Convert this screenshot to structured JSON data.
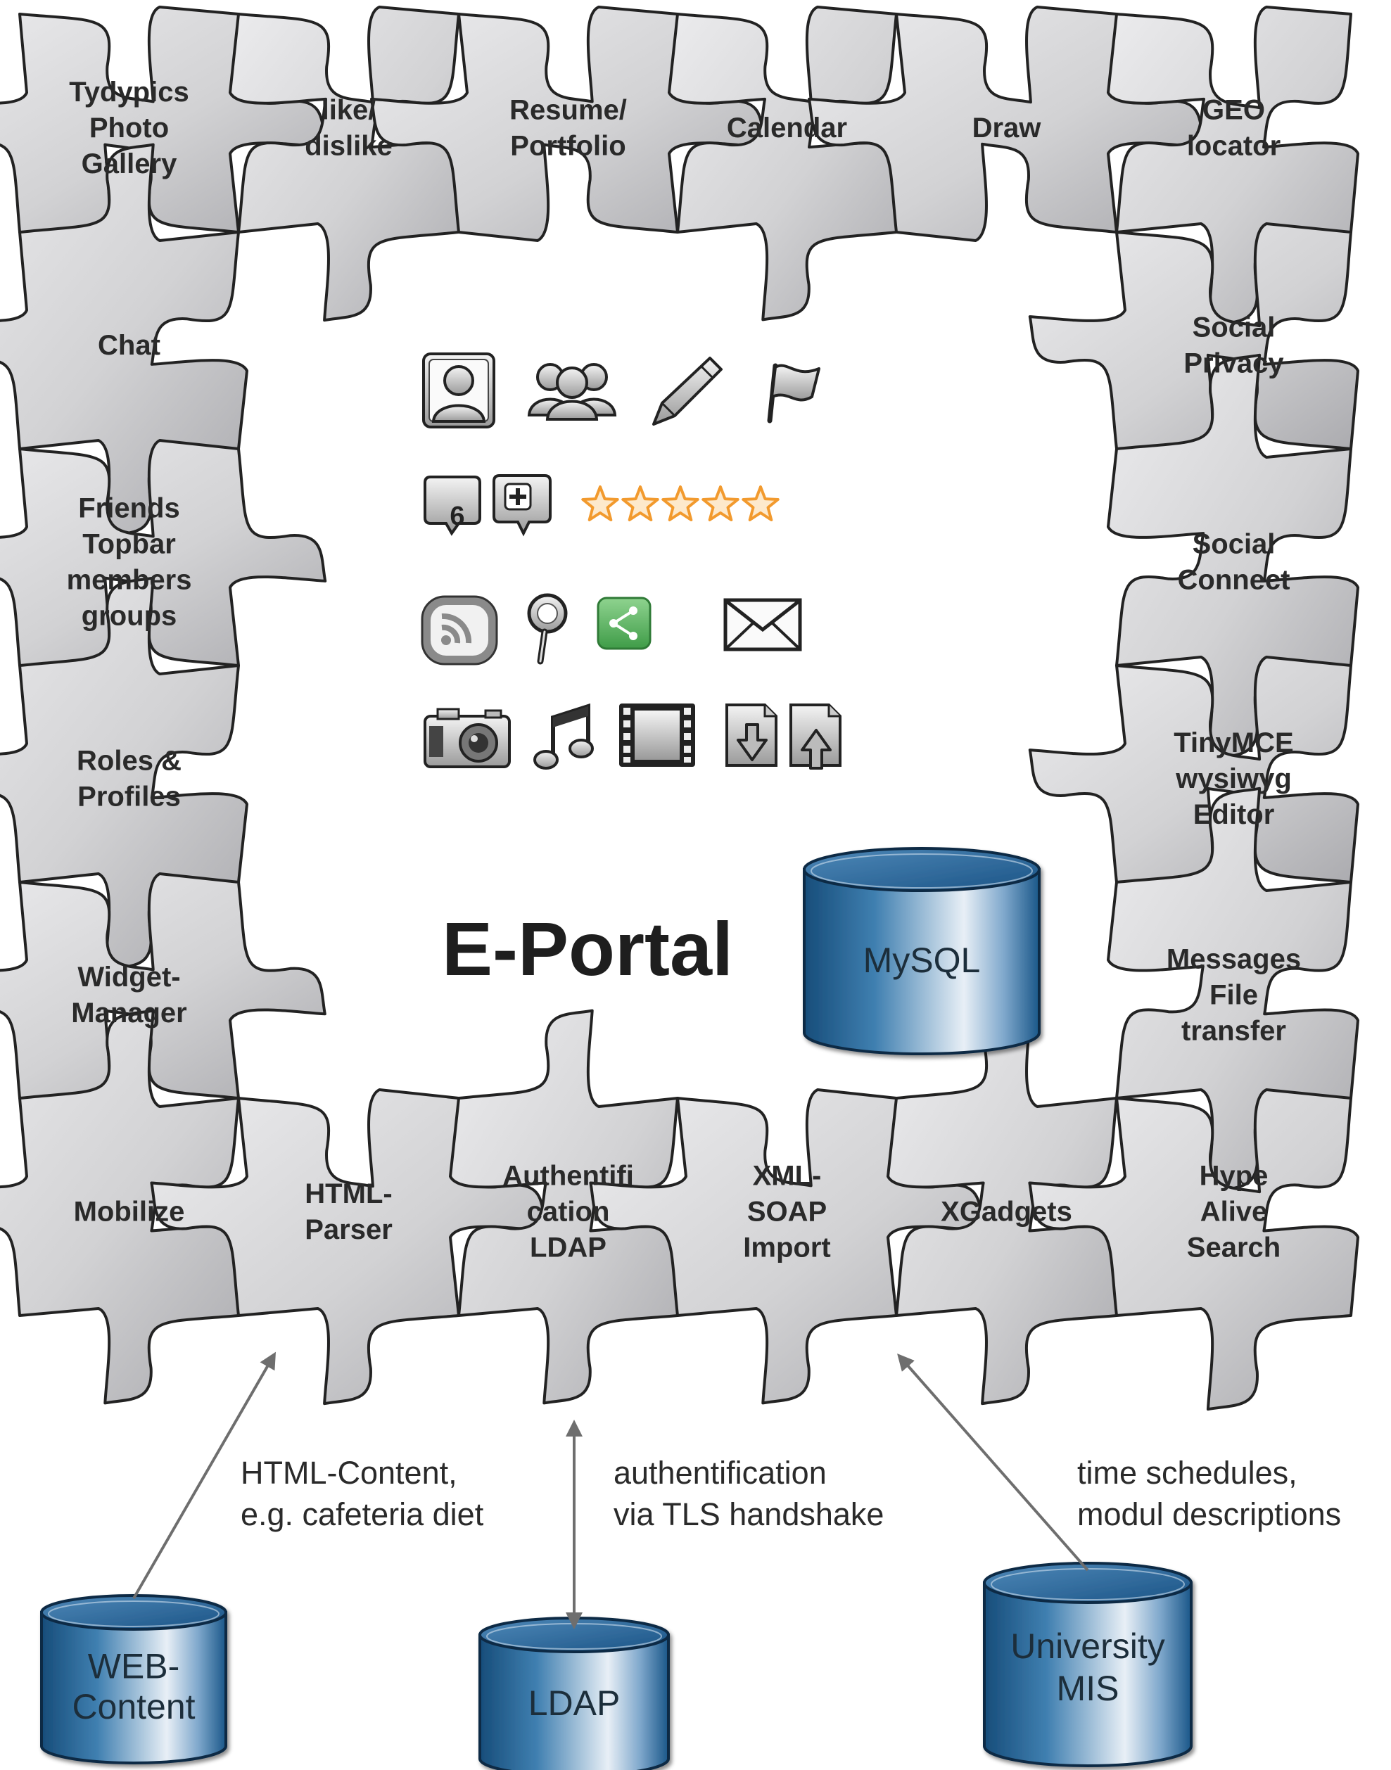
{
  "title": "E-Portal",
  "top_row": [
    [
      "Tydypics",
      "Photo",
      "Gallery"
    ],
    [
      "like/",
      "dislike"
    ],
    [
      "Resume/",
      "Portfolio"
    ],
    [
      "Calendar"
    ],
    [
      "Draw"
    ],
    [
      "GEO",
      "locator"
    ]
  ],
  "left_column": [
    [
      "Chat"
    ],
    [
      "Friends",
      "Topbar",
      "members",
      "groups"
    ],
    [
      "Roles &",
      "Profiles"
    ],
    [
      "Widget-",
      "Manager"
    ]
  ],
  "right_column": [
    [
      "Social",
      "Privacy"
    ],
    [
      "Social",
      "Connect"
    ],
    [
      "TinyMCE",
      "wysiwyg",
      "Editor"
    ],
    [
      "Messages",
      "File",
      "transfer"
    ]
  ],
  "bottom_row": [
    [
      "Mobilize"
    ],
    [
      "HTML-",
      "Parser"
    ],
    [
      "Authentifi",
      "cation",
      "LDAP"
    ],
    [
      "XML-",
      "SOAP",
      "Import"
    ],
    [
      "XGadgets"
    ],
    [
      "Hype",
      "Alive",
      "Search"
    ]
  ],
  "icons": {
    "row1": [
      "user-icon",
      "group-icon",
      "pencil-icon",
      "flag-icon"
    ],
    "row2": [
      "comment-count-icon",
      "comment-add-icon",
      "star-rating-icon"
    ],
    "row3": [
      "rss-icon",
      "magnifier-icon",
      "share-icon",
      "mail-icon"
    ],
    "row4": [
      "camera-icon",
      "music-note-icon",
      "film-icon",
      "file-download-icon",
      "file-upload-icon"
    ],
    "comment_count": "6",
    "stars": 5
  },
  "databases": {
    "main": [
      "MySQL"
    ],
    "web": [
      "WEB-",
      "Content"
    ],
    "ldap": [
      "LDAP"
    ],
    "mis": [
      "University",
      "MIS"
    ]
  },
  "annotations": {
    "web": [
      "HTML-Content,",
      "e.g. cafeteria diet"
    ],
    "ldap": [
      "authentification",
      "via TLS handshake"
    ],
    "mis": [
      "time schedules,",
      "modul descriptions"
    ]
  },
  "colors": {
    "piece_fill": "#d2d2d4",
    "piece_stroke": "#222222",
    "db_dark": "#1c5a8c",
    "db_light": "#e6eef6",
    "star": "#f29a2e",
    "share_green": "#5bb660",
    "arrow": "#6e6e6e"
  }
}
